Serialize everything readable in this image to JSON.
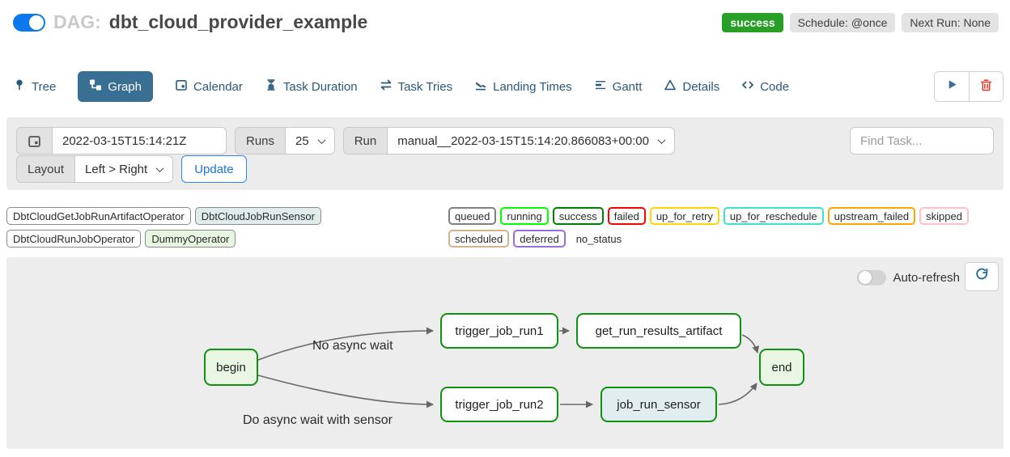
{
  "header": {
    "dag_prefix": "DAG:",
    "dag_title": "dbt_cloud_provider_example",
    "status_badge": "success",
    "schedule_badge": "Schedule: @once",
    "next_run_badge": "Next Run: None"
  },
  "tabs": [
    {
      "label": "Tree",
      "icon": "tree-icon",
      "active": false
    },
    {
      "label": "Graph",
      "icon": "graph-icon",
      "active": true
    },
    {
      "label": "Calendar",
      "icon": "calendar-icon",
      "active": false
    },
    {
      "label": "Task Duration",
      "icon": "hourglass-icon",
      "active": false
    },
    {
      "label": "Task Tries",
      "icon": "repeat-icon",
      "active": false
    },
    {
      "label": "Landing Times",
      "icon": "plane-landing-icon",
      "active": false
    },
    {
      "label": "Gantt",
      "icon": "gantt-bars-icon",
      "active": false
    },
    {
      "label": "Details",
      "icon": "triangle-icon",
      "active": false
    },
    {
      "label": "Code",
      "icon": "code-icon",
      "active": false
    }
  ],
  "filters": {
    "base_date": "2022-03-15T15:14:21Z",
    "runs_label": "Runs",
    "runs_value": "25",
    "run_label": "Run",
    "run_value": "manual__2022-03-15T15:14:20.866083+00:00",
    "find_task_placeholder": "Find Task...",
    "layout_label": "Layout",
    "layout_value": "Left > Right",
    "update_label": "Update"
  },
  "legend": {
    "operators": [
      {
        "label": "DbtCloudGetJobRunArtifactOperator",
        "fill": "#ffffff"
      },
      {
        "label": "DbtCloudJobRunSensor",
        "fill": "#dfecec"
      },
      {
        "label": "DbtCloudRunJobOperator",
        "fill": "#ffffff"
      },
      {
        "label": "DummyOperator",
        "fill": "#e6f6e0"
      }
    ],
    "statuses": [
      {
        "label": "queued",
        "border": "#808080"
      },
      {
        "label": "running",
        "border": "#00ff00"
      },
      {
        "label": "success",
        "border": "#008000"
      },
      {
        "label": "failed",
        "border": "#ff0000"
      },
      {
        "label": "up_for_retry",
        "border": "#ffd700"
      },
      {
        "label": "up_for_reschedule",
        "border": "#40e0d0"
      },
      {
        "label": "upstream_failed",
        "border": "#ffa500"
      },
      {
        "label": "skipped",
        "border": "#ffc0cb"
      },
      {
        "label": "scheduled",
        "border": "#d2b48c"
      },
      {
        "label": "deferred",
        "border": "#9370db"
      },
      {
        "label": "no_status",
        "border": "transparent"
      }
    ]
  },
  "graph": {
    "auto_refresh_label": "Auto-refresh",
    "nodes": [
      {
        "id": "begin",
        "label": "begin",
        "fill": "#e9f6e3",
        "border": "#119111"
      },
      {
        "id": "trigger_job_run1",
        "label": "trigger_job_run1",
        "fill": "#ffffff",
        "border": "#119111"
      },
      {
        "id": "get_run_results_artifact",
        "label": "get_run_results_artifact",
        "fill": "#ffffff",
        "border": "#119111"
      },
      {
        "id": "end",
        "label": "end",
        "fill": "#e9f6e3",
        "border": "#119111"
      },
      {
        "id": "trigger_job_run2",
        "label": "trigger_job_run2",
        "fill": "#ffffff",
        "border": "#119111"
      },
      {
        "id": "job_run_sensor",
        "label": "job_run_sensor",
        "fill": "#e1edee",
        "border": "#119111"
      }
    ],
    "edge_labels": [
      "No async wait",
      "Do async wait with sensor"
    ]
  }
}
